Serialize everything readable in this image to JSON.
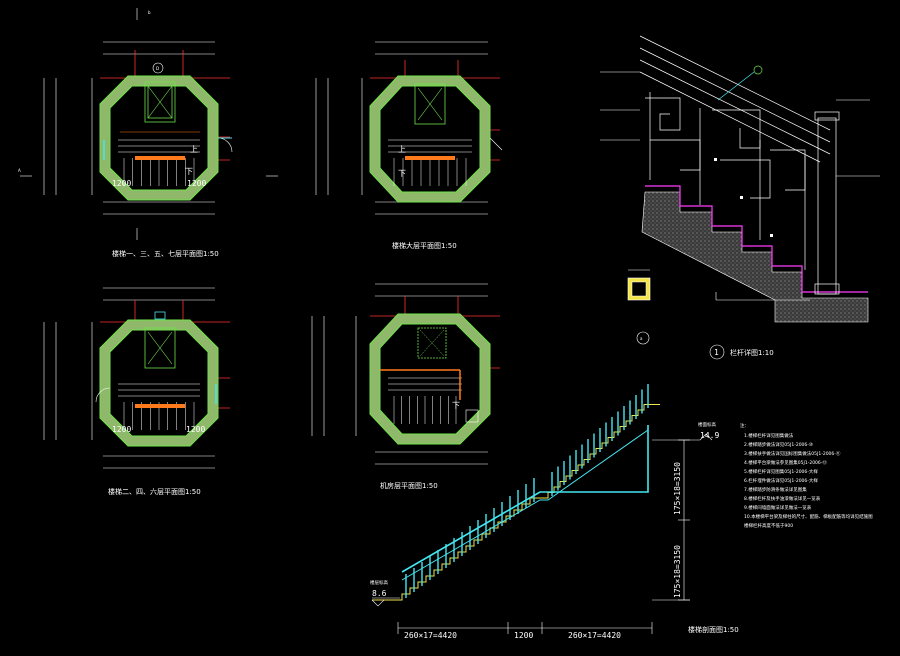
{
  "titles": {
    "plan_top_left": "楼梯一、三、五、七层平面图1:50",
    "plan_top_mid": "楼梯大层平面图1:50",
    "plan_bot_left": "楼梯二、四、六层平面图1:50",
    "plan_bot_mid": "机房层平面图1:50",
    "railing": "栏杆详图1:10",
    "elevation": "楼梯剖面图1:50"
  },
  "plan_labels": {
    "up": "上",
    "down": "下",
    "width_left": "1200",
    "width_right": "1200",
    "marker_d": "D",
    "section_a": "A",
    "section_b": "b"
  },
  "elevation": {
    "top_level_label": "楼面标高",
    "top_level": "14.9",
    "bottom_level_label": "楼层标高",
    "bottom_level": "8.6",
    "rise_upper": "175×18=3150",
    "rise_lower": "175×18=3150",
    "run_left": "260×17=4420",
    "landing": "1200",
    "run_right": "260×17=4420"
  },
  "railing": {
    "detail_no": "1",
    "section_marker": "a"
  },
  "notes": {
    "heading": "注：",
    "lines": [
      "1.楼梯栏杆详见图集做法",
      "2.楼梯踏步做法详见05J1-2006-⑩",
      "3.楼梯扶手做法详见国标图集做法05J1-2006-⑪",
      "4.楼梯平台梁做法参见图集05J1-2006-⑫",
      "5.楼梯栏杆详见图集05J1-2006-大样",
      "6.栏杆埋件做法详见05J1-2006-大样",
      "7.楼梯踏步防滑条做法详见图集",
      "8.楼梯栏杆及扶手油漆做法详见一览表",
      "9.楼梯间墙面做法详见做法一览表",
      "10.本楼梯平台梁及梯柱的尺寸、配筋、梯板配筋等均详见结施图",
      "    楼梯栏杆高度不低于900"
    ]
  },
  "colors": {
    "wall": "#6fe34b",
    "wall_fill": "#8fb86a",
    "red": "#ff3030",
    "cyan": "#45e6f0",
    "magenta": "#ff3dff",
    "orange": "#ff7a1a",
    "yellow": "#f2e34a",
    "white": "#ffffff"
  }
}
